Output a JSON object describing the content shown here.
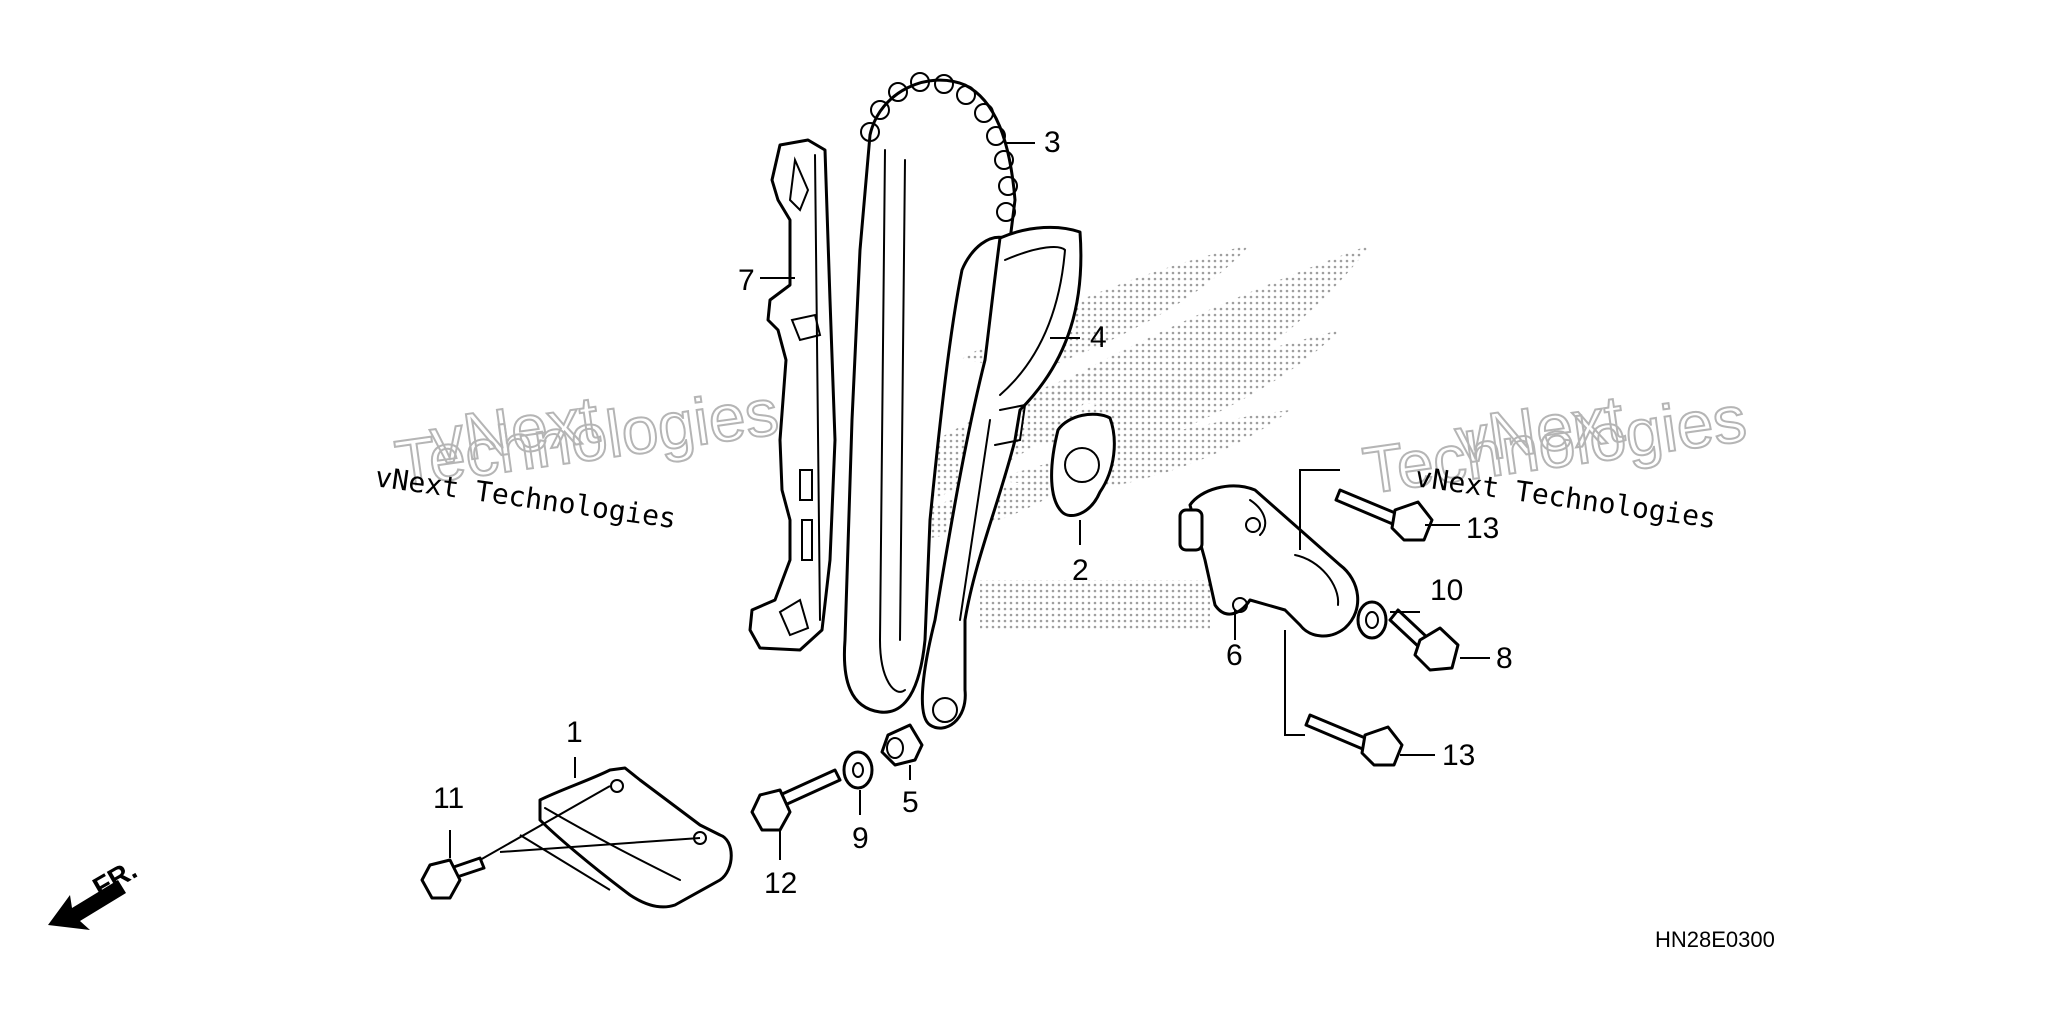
{
  "diagram": {
    "code": "HN28E0300",
    "watermark": {
      "line_mono": "vNext Technologies",
      "line_top": "vNext",
      "line_bottom": "Technologies"
    },
    "direction_label": "FR.",
    "callouts": {
      "p1": "1",
      "p2": "2",
      "p3": "3",
      "p4": "4",
      "p5": "5",
      "p6": "6",
      "p7": "7",
      "p8": "8",
      "p9": "9",
      "p10": "10",
      "p11": "11",
      "p12": "12",
      "p13a": "13",
      "p13b": "13"
    },
    "colors": {
      "line": "#000000",
      "watermark_outline": "#b5b5b5",
      "logo_dots": "#9a9a9a"
    }
  }
}
